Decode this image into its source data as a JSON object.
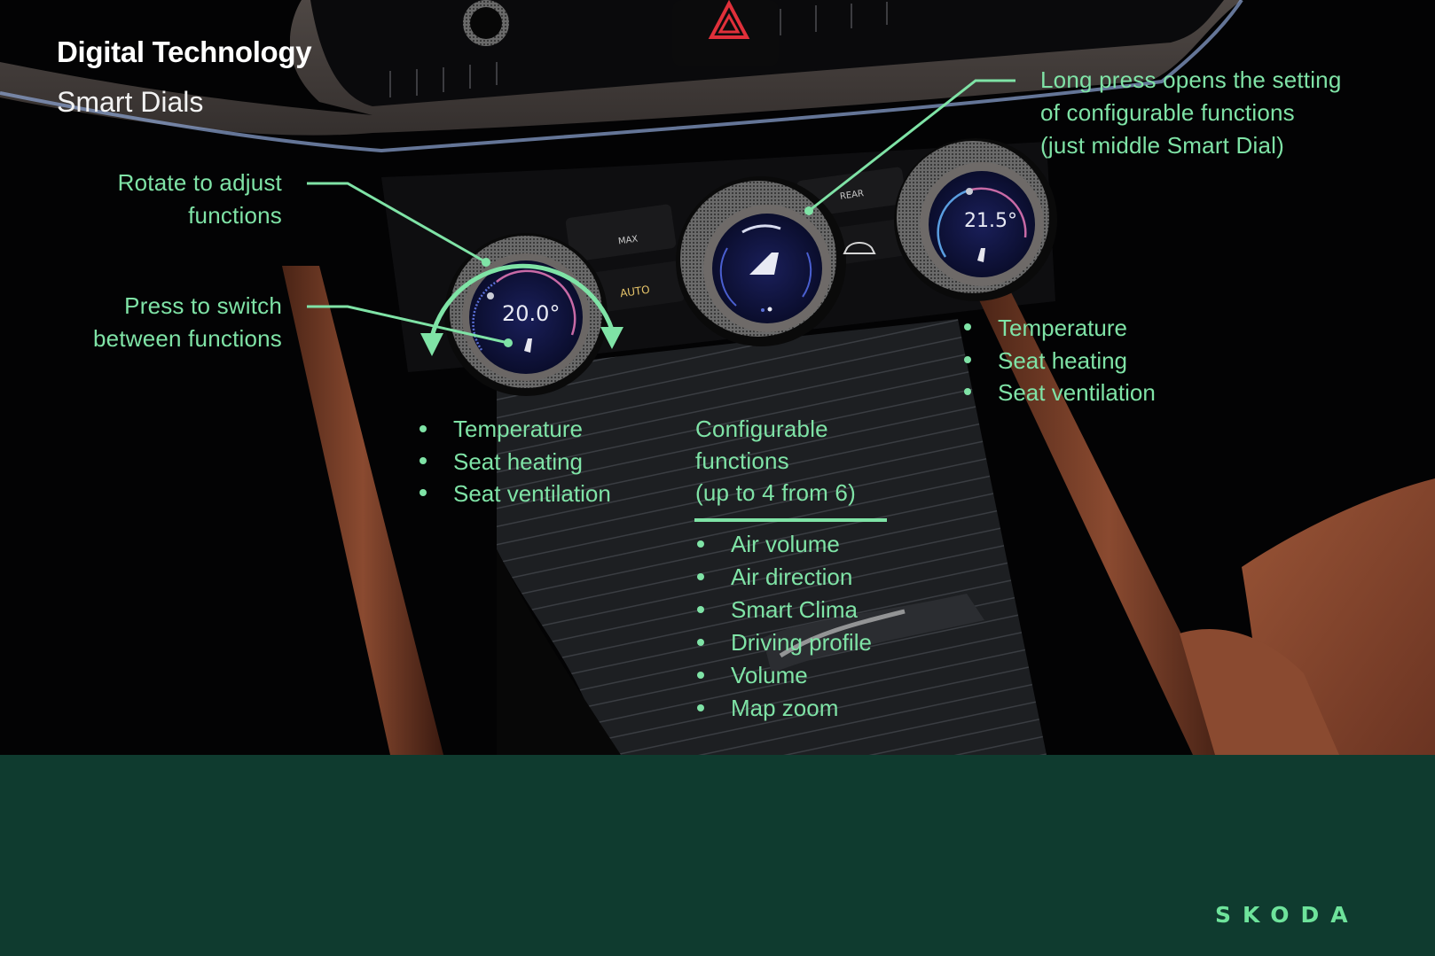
{
  "slide": {
    "title": "Digital Technology",
    "subtitle": "Smart Dials"
  },
  "annotations": {
    "rotate": [
      "Rotate to adjust",
      "functions"
    ],
    "press": [
      "Press to switch",
      "between functions"
    ],
    "long_press": [
      "Long press opens the setting",
      "of configurable functions",
      "(just middle Smart Dial)"
    ]
  },
  "left_dial": {
    "display_value": "20.0°",
    "functions": [
      "Temperature",
      "Seat heating",
      "Seat ventilation"
    ]
  },
  "middle_dial": {
    "heading": [
      "Configurable",
      "functions",
      "(up to 4 from 6)"
    ],
    "functions": [
      "Air volume",
      "Air direction",
      "Smart Clima",
      "Driving profile",
      "Volume",
      "Map zoom"
    ]
  },
  "right_dial": {
    "display_value": "21.5°",
    "functions": [
      "Temperature",
      "Seat heating",
      "Seat ventilation"
    ]
  },
  "buttons": {
    "max_defrost": "MAX",
    "auto": "AUTO",
    "rear_defrost": "REAR"
  },
  "icons": {
    "hazard": "hazard-triangle-icon",
    "air_recirculation": "car-recirculation-icon",
    "seat": "seat-icon",
    "fan_direction": "air-direction-icon"
  },
  "brand": {
    "logo_text": "SKODA"
  },
  "colors": {
    "annotation_green": "#7fe3a6",
    "band_green": "#0f3b2f",
    "logo_green": "#6ee39b"
  }
}
